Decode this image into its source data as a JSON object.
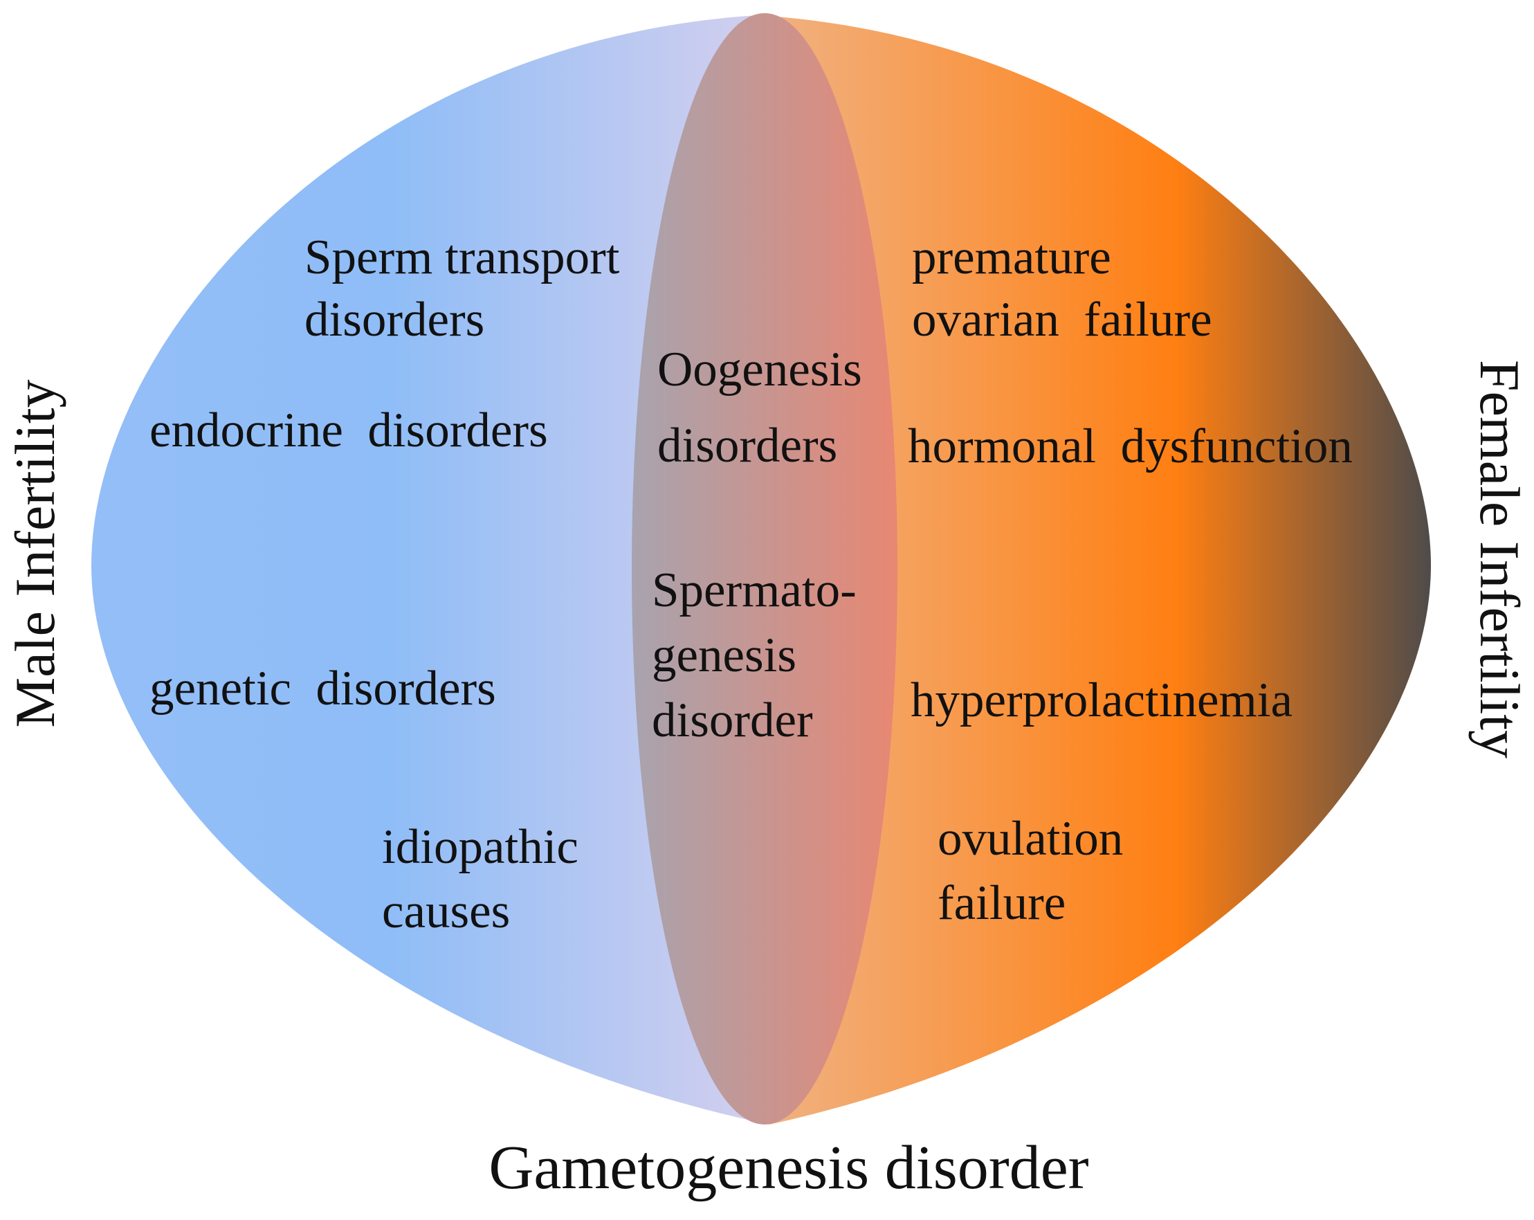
{
  "colors": {
    "male_blue": "#8fbdf7",
    "male_light": "#c9d2ef",
    "female_light": "#f0b384",
    "female_orange": "#ff7f12",
    "female_dark": "#4e4b4a",
    "overlap_left": "#a8a3ae",
    "overlap_right": "#e88772"
  },
  "side_labels": {
    "male": "Male Infertility",
    "female": "Female Infertility"
  },
  "bottom_label": "Gametogenesis disorder",
  "male": {
    "causes": [
      [
        "Sperm transport",
        "disorders"
      ],
      [
        "endocrine  disorders"
      ],
      [
        "genetic  disorders"
      ],
      [
        "idiopathic",
        "causes"
      ]
    ]
  },
  "overlap": {
    "causes": [
      [
        "Oogenesis",
        "disorders"
      ],
      [
        "Spermato-",
        "genesis",
        "disorder"
      ]
    ]
  },
  "female": {
    "causes": [
      [
        "premature",
        "ovarian  failure"
      ],
      [
        "hormonal  dysfunction"
      ],
      [
        "hyperprolactinemia"
      ],
      [
        "ovulation",
        "failure"
      ]
    ]
  }
}
